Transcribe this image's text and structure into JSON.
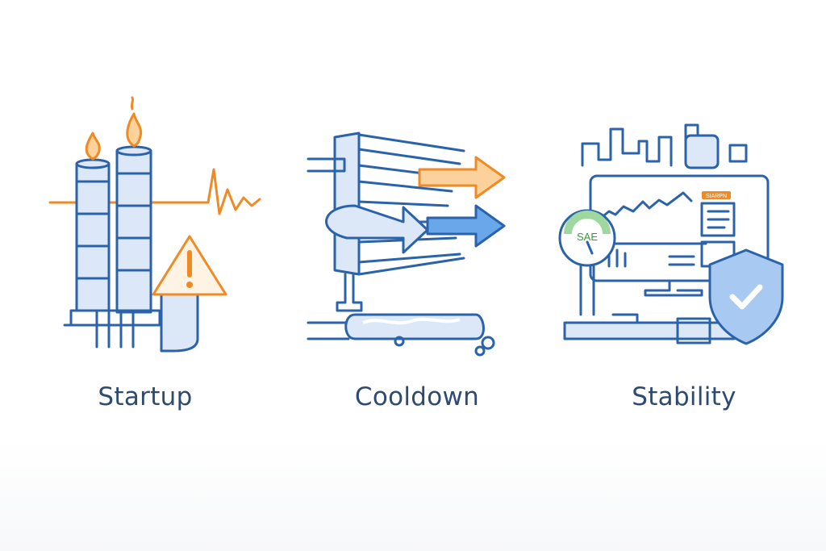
{
  "panels": [
    {
      "label": "Startup",
      "icon": "furnace-stacks-warning-icon"
    },
    {
      "label": "Cooldown",
      "icon": "heat-exchanger-icon"
    },
    {
      "label": "Stability",
      "icon": "monitor-shield-icon"
    }
  ],
  "stability_gauge_text": "SAE",
  "stability_badge_text": "SIARPN",
  "colors": {
    "primary": "#2b63ab",
    "accent": "#f08a24",
    "label": "#2e4a70",
    "fill": "#dce8f8"
  }
}
